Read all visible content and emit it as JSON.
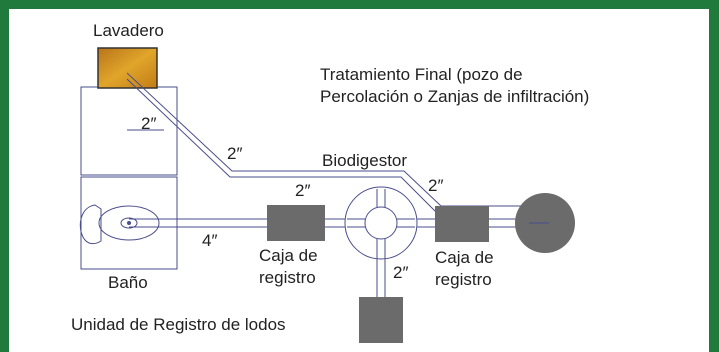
{
  "labels": {
    "lavadero": "Lavadero",
    "tratamiento_line1": "Tratamiento Final (pozo de",
    "tratamiento_line2": "Percolación o Zanjas de infiltración)",
    "biodigestor": "Biodigestor",
    "pipe_2_upper": "2″",
    "pipe_2_diag": "2″",
    "pipe_2_mid": "2″",
    "pipe_2_right": "2″",
    "pipe_2_down": "2″",
    "pipe_4": "4″",
    "caja1_line1": "Caja de",
    "caja1_line2": "registro",
    "caja2_line1": "Caja de",
    "caja2_line2": "registro",
    "bano": "Baño",
    "unidad": "Unidad de Registro de lodos"
  },
  "colors": {
    "border_green": "#1f7a3c",
    "box_gray": "#6b6b6b",
    "outline_blue": "#4a4e8c",
    "lavadero_fill": "#d08a1c"
  }
}
